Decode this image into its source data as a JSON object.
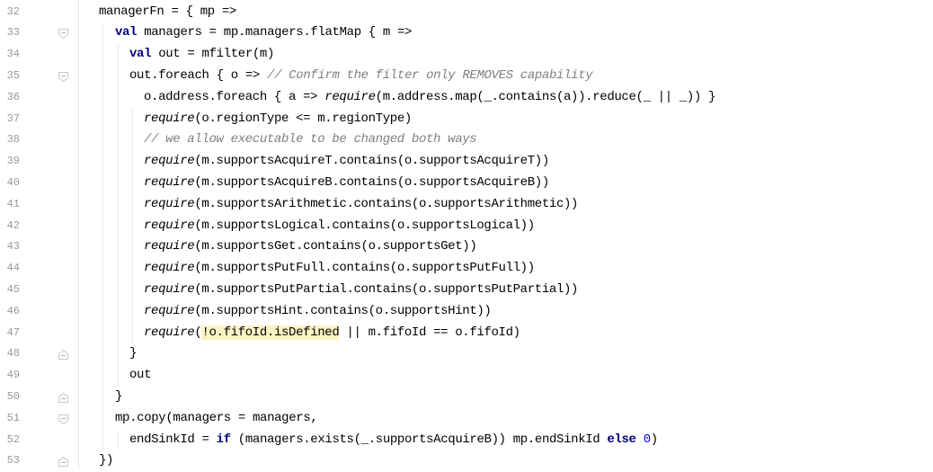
{
  "editor": {
    "lines": [
      {
        "number": "32",
        "fold": "none",
        "indent": 0,
        "tokens": [
          {
            "t": "managerFn = { mp =>",
            "c": "plain"
          }
        ]
      },
      {
        "number": "33",
        "fold": "open",
        "indent": 1,
        "tokens": [
          {
            "t": "val",
            "c": "kw"
          },
          {
            "t": " managers = mp.managers.flatMap { m =>",
            "c": "plain"
          }
        ]
      },
      {
        "number": "34",
        "fold": "none",
        "indent": 2,
        "tokens": [
          {
            "t": "val",
            "c": "kw"
          },
          {
            "t": " out = mfilter(m)",
            "c": "plain"
          }
        ]
      },
      {
        "number": "35",
        "fold": "open",
        "indent": 2,
        "tokens": [
          {
            "t": "out.foreach { o => ",
            "c": "plain"
          },
          {
            "t": "// Confirm the filter only REMOVES capability",
            "c": "cm"
          }
        ]
      },
      {
        "number": "36",
        "fold": "none",
        "indent": 3,
        "tokens": [
          {
            "t": "o.address.foreach { a => ",
            "c": "plain"
          },
          {
            "t": "require",
            "c": "fn"
          },
          {
            "t": "(m.address.map(_.contains(a)).reduce(_ || _)) }",
            "c": "plain"
          }
        ]
      },
      {
        "number": "37",
        "fold": "none",
        "indent": 3,
        "tokens": [
          {
            "t": "require",
            "c": "fn"
          },
          {
            "t": "(o.regionType <= m.regionType)",
            "c": "plain"
          }
        ]
      },
      {
        "number": "38",
        "fold": "none",
        "indent": 3,
        "tokens": [
          {
            "t": "// we allow executable to be changed both ways",
            "c": "cm"
          }
        ]
      },
      {
        "number": "39",
        "fold": "none",
        "indent": 3,
        "tokens": [
          {
            "t": "require",
            "c": "fn"
          },
          {
            "t": "(m.supportsAcquireT.contains(o.supportsAcquireT))",
            "c": "plain"
          }
        ]
      },
      {
        "number": "40",
        "fold": "none",
        "indent": 3,
        "tokens": [
          {
            "t": "require",
            "c": "fn"
          },
          {
            "t": "(m.supportsAcquireB.contains(o.supportsAcquireB))",
            "c": "plain"
          }
        ]
      },
      {
        "number": "41",
        "fold": "none",
        "indent": 3,
        "tokens": [
          {
            "t": "require",
            "c": "fn"
          },
          {
            "t": "(m.supportsArithmetic.contains(o.supportsArithmetic))",
            "c": "plain"
          }
        ]
      },
      {
        "number": "42",
        "fold": "none",
        "indent": 3,
        "tokens": [
          {
            "t": "require",
            "c": "fn"
          },
          {
            "t": "(m.supportsLogical.contains(o.supportsLogical))",
            "c": "plain"
          }
        ]
      },
      {
        "number": "43",
        "fold": "none",
        "indent": 3,
        "tokens": [
          {
            "t": "require",
            "c": "fn"
          },
          {
            "t": "(m.supportsGet.contains(o.supportsGet))",
            "c": "plain"
          }
        ]
      },
      {
        "number": "44",
        "fold": "none",
        "indent": 3,
        "tokens": [
          {
            "t": "require",
            "c": "fn"
          },
          {
            "t": "(m.supportsPutFull.contains(o.supportsPutFull))",
            "c": "plain"
          }
        ]
      },
      {
        "number": "45",
        "fold": "none",
        "indent": 3,
        "tokens": [
          {
            "t": "require",
            "c": "fn"
          },
          {
            "t": "(m.supportsPutPartial.contains(o.supportsPutPartial))",
            "c": "plain"
          }
        ]
      },
      {
        "number": "46",
        "fold": "none",
        "indent": 3,
        "tokens": [
          {
            "t": "require",
            "c": "fn"
          },
          {
            "t": "(m.supportsHint.contains(o.supportsHint))",
            "c": "plain"
          }
        ]
      },
      {
        "number": "47",
        "fold": "none",
        "indent": 3,
        "tokens": [
          {
            "t": "require",
            "c": "fn"
          },
          {
            "t": "(",
            "c": "plain"
          },
          {
            "t": "!o.fifoId.isDefined",
            "c": "hl"
          },
          {
            "t": " || m.fifoId == o.fifoId)",
            "c": "plain"
          }
        ]
      },
      {
        "number": "48",
        "fold": "close",
        "indent": 2,
        "tokens": [
          {
            "t": "}",
            "c": "plain"
          }
        ]
      },
      {
        "number": "49",
        "fold": "none",
        "indent": 2,
        "tokens": [
          {
            "t": "out",
            "c": "plain"
          }
        ]
      },
      {
        "number": "50",
        "fold": "close",
        "indent": 1,
        "tokens": [
          {
            "t": "}",
            "c": "plain"
          }
        ]
      },
      {
        "number": "51",
        "fold": "open",
        "indent": 1,
        "tokens": [
          {
            "t": "mp.copy(managers = managers,",
            "c": "plain"
          }
        ]
      },
      {
        "number": "52",
        "fold": "none",
        "indent": 2,
        "tokens": [
          {
            "t": "endSinkId = ",
            "c": "plain"
          },
          {
            "t": "if",
            "c": "kw"
          },
          {
            "t": " (managers.exists(_.supportsAcquireB)) mp.endSinkId ",
            "c": "plain"
          },
          {
            "t": "else",
            "c": "kw"
          },
          {
            "t": " ",
            "c": "plain"
          },
          {
            "t": "0",
            "c": "num"
          },
          {
            "t": ")",
            "c": "plain"
          }
        ]
      },
      {
        "number": "53",
        "fold": "close",
        "indent": 0,
        "tokens": [
          {
            "t": "})",
            "c": "plain"
          }
        ]
      }
    ]
  },
  "colors": {
    "keyword": "#000080",
    "comment": "#808080",
    "number": "#0000ff",
    "highlight": "#fbf3c4",
    "line_number": "#999999"
  },
  "icons": {
    "fold_open": "fold-expanded-icon",
    "fold_close": "fold-end-icon"
  }
}
